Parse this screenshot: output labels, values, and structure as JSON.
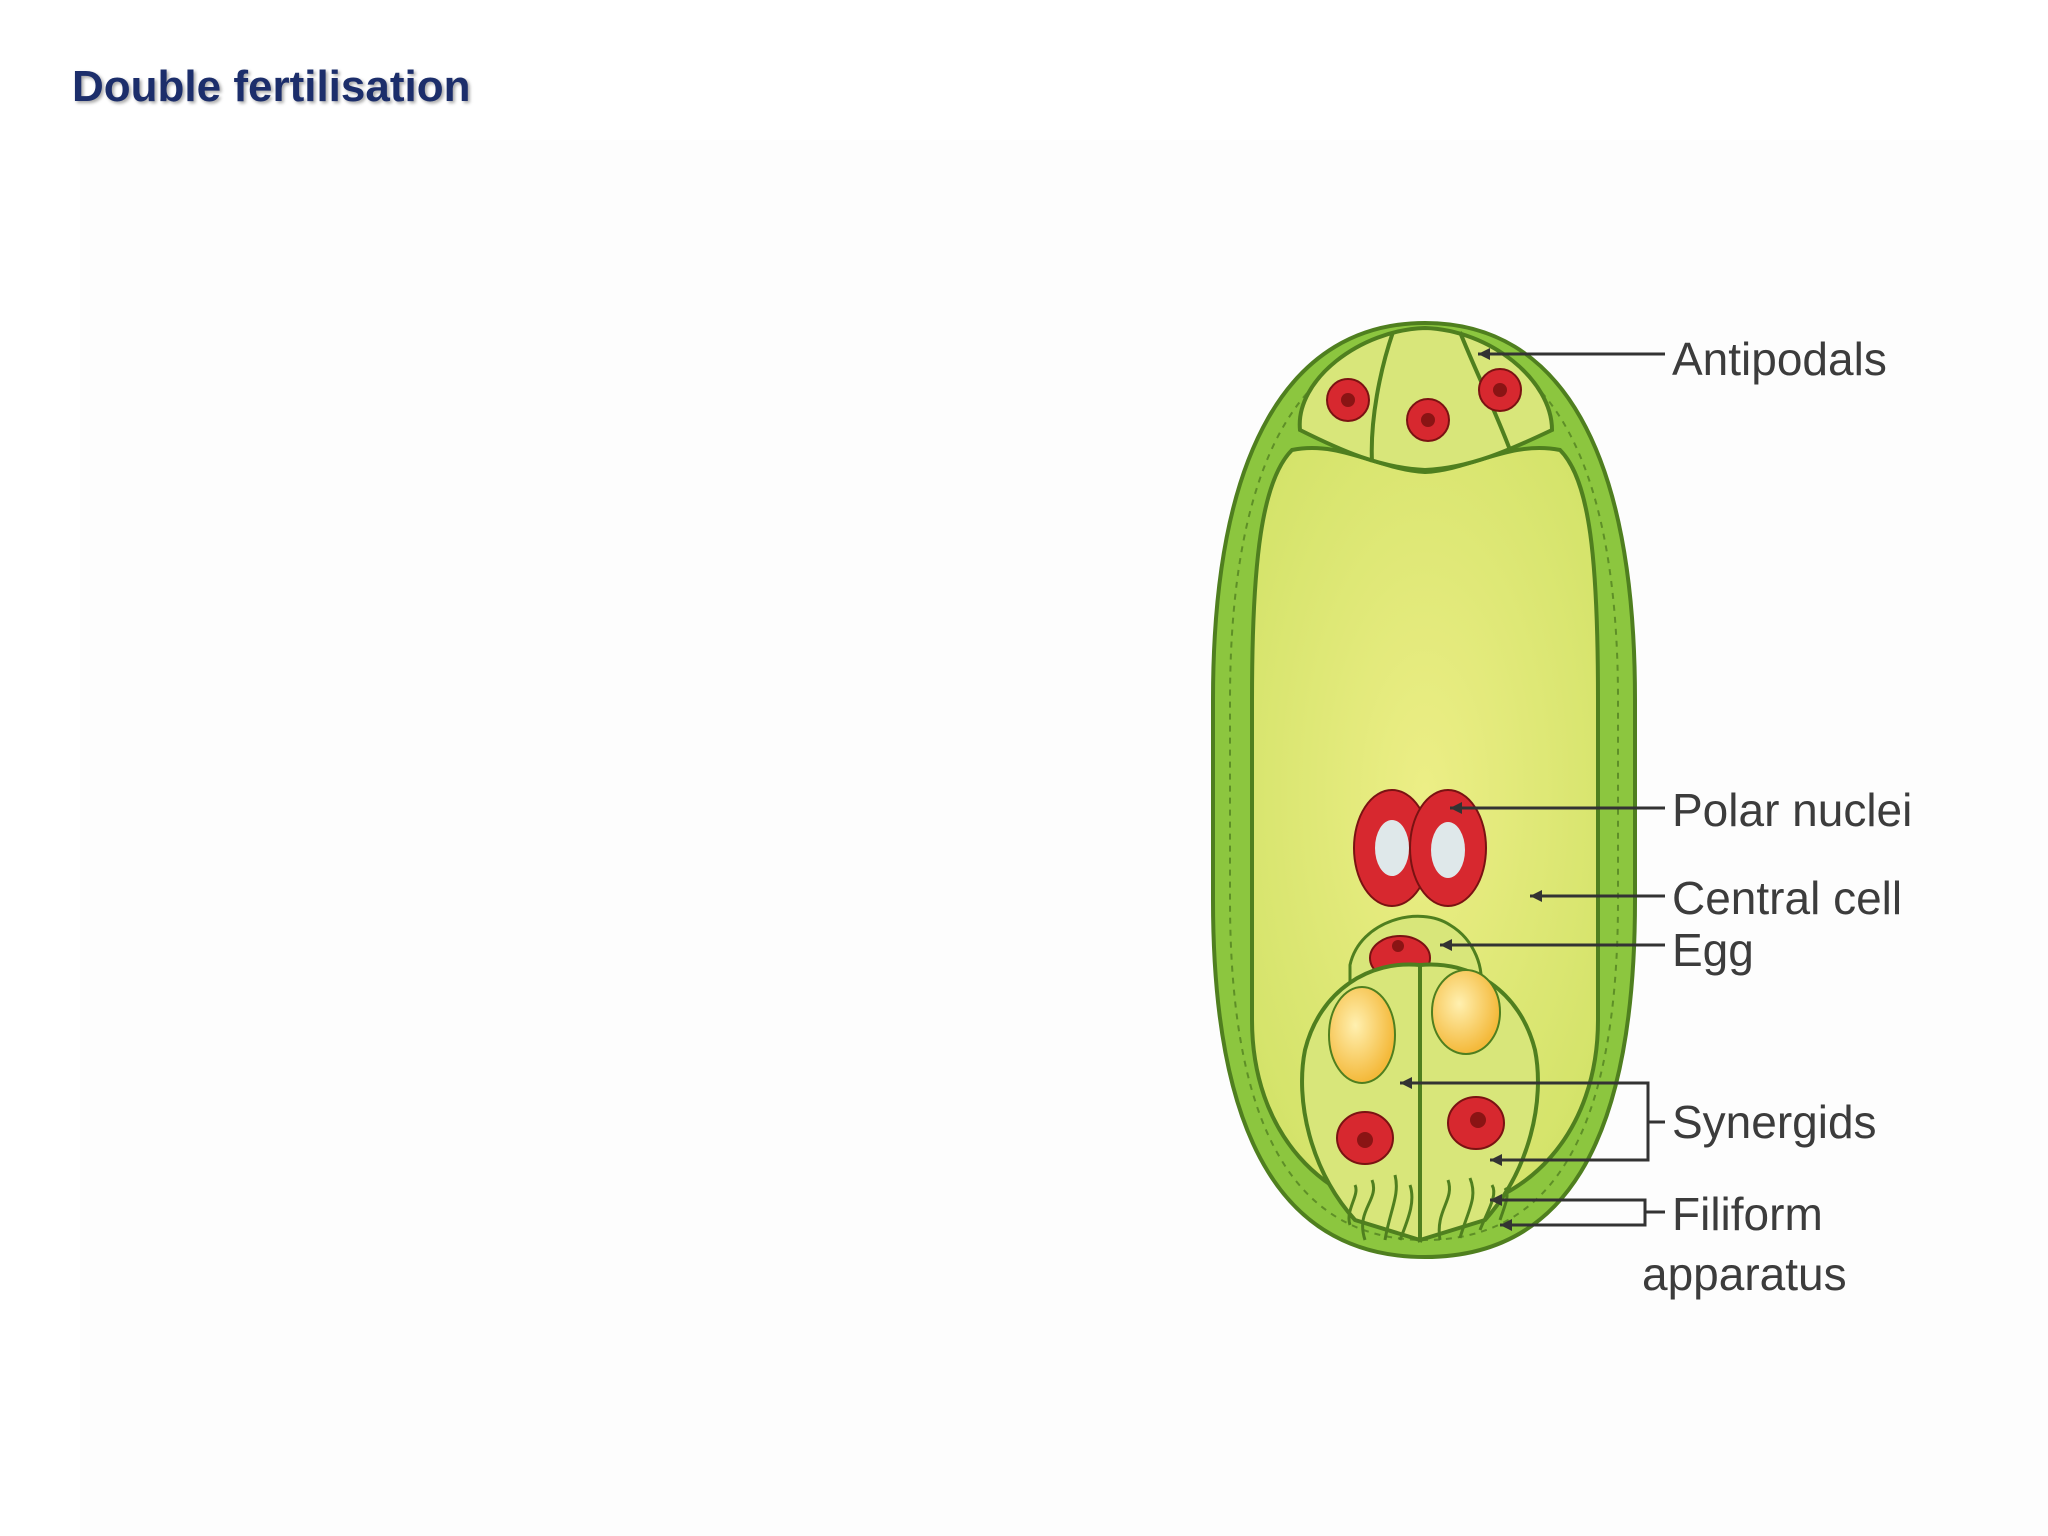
{
  "slide": {
    "title": "Double fertilisation"
  },
  "labels": {
    "antipodals": "Antipodals",
    "polar_nuclei": "Polar nuclei",
    "central_cell": "Central cell",
    "egg": "Egg",
    "synergids": "Synergids",
    "filiform_line1": "Filiform",
    "filiform_line2": "apparatus"
  },
  "colors": {
    "title": "#1c2e6b",
    "sac_outer": "#8cc63f",
    "central_fill": "#e3ea7a",
    "nucleus_red": "#d7282f",
    "nucleus_inner": "#e58a8a",
    "synergid_vacuole": "#f7c64a"
  }
}
